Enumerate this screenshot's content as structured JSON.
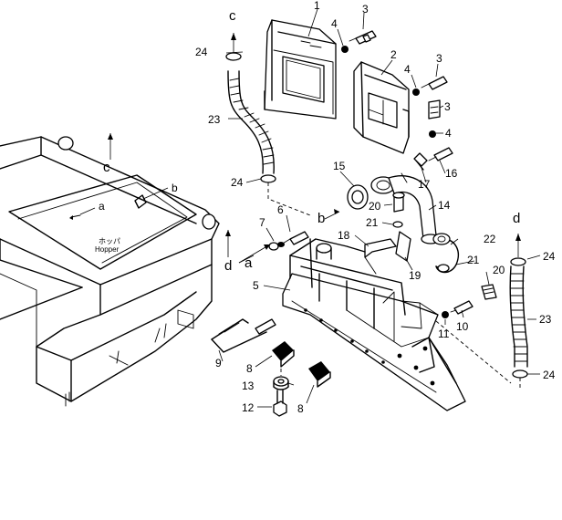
{
  "diagram": {
    "part_numbers": [
      "1",
      "2",
      "3",
      "3",
      "3",
      "4",
      "4",
      "4",
      "5",
      "6",
      "7",
      "8",
      "8",
      "9",
      "10",
      "11",
      "12",
      "13",
      "14",
      "15",
      "16",
      "17",
      "18",
      "19",
      "20",
      "20",
      "21",
      "21",
      "22",
      "23",
      "23",
      "24",
      "24",
      "24",
      "24"
    ],
    "hopper_label_kana": "ホッパ",
    "hopper_label": "Hopper",
    "callouts": {
      "a1": "a",
      "a2": "a",
      "b1": "b",
      "b2": "b",
      "c1": "c",
      "c2": "c",
      "d1": "d",
      "d2": "d"
    }
  }
}
